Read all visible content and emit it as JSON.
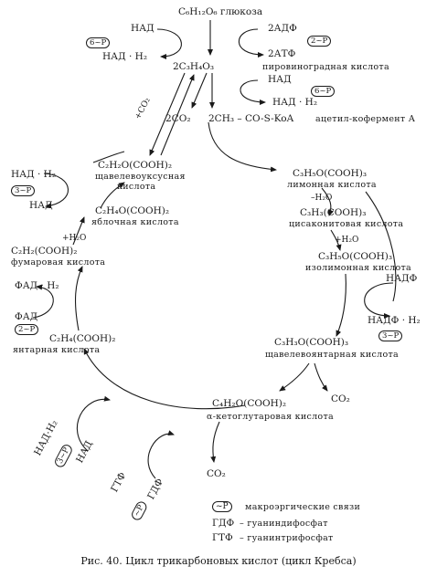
{
  "top": {
    "glucose": "C₆H₁₂O₆ глюкоза",
    "nad_in": "НАД",
    "energy_1": "6~P",
    "nadh_out": "НАД · Н₂",
    "adp": "2АДФ",
    "energy_2": "2~P",
    "atp": "2АТФ",
    "pyruvate_formula": "2C₃H₄O₃",
    "pyruvate_name": "пировиноградная кислота",
    "nad_in_2": "НАД",
    "energy_3": "6~P",
    "nadh_out_2": "НАД · Н₂",
    "co2_a": "+CO₂",
    "co2_b": "2CO₂",
    "acetyl_formula": "2CH₃ – CO-S-KoA",
    "acetyl_name": "ацетил-кофермент А"
  },
  "cycle": {
    "oxaloacetate_formula": "C₂H₂O(COOH)₂",
    "oxaloacetate_name_1": "щавелевоуксусная",
    "oxaloacetate_name_2": "кислота",
    "citrate_formula": "C₃H₅O(COOH)₃",
    "citrate_name": "лимонная кислота",
    "minus_water": "–H₂O",
    "cis_aconitate_formula": "C₃H₃(COOH)₃",
    "cis_aconitate_name": "цисаконитовая кислота",
    "plus_water_1": "+H₂O",
    "isocitrate_formula": "C₃H₅O(COOH)₃",
    "isocitrate_name": "изолимонная кислота",
    "nadf_in": "НАДФ",
    "nadfh_out": "НАДФ · Н₂",
    "energy_4": "3~P",
    "oxalosuccinate_formula": "C₃H₃O(COOH)₃",
    "oxalosuccinate_name": "щавелевоянтарная кислота",
    "co2_c": "CO₂",
    "ketoglutarate_formula": "C₄H₂O(COOH)₂",
    "ketoglutarate_name": "α-кетоглутаровая кислота",
    "co2_d": "CO₂",
    "nadh_3": "НАД·Н₂",
    "energy_5": "3~P",
    "nad_3": "НАД",
    "gtf": "ГТФ",
    "energy_6": "~P",
    "gdf": "ГДФ",
    "succinate_formula": "C₂H₄(COOH)₂",
    "succinate_name": "янтарная кислота",
    "fadh": "ФАД · Н₂",
    "fad": "ФАД",
    "energy_7": "2~P",
    "fumarate_formula": "C₂H₂(COOH)₂",
    "fumarate_name": "фумаровая кислота",
    "plus_water_2": "+H₂O",
    "malate_formula": "C₂H₄O(COOH)₂",
    "malate_name": "яблочная кислота",
    "nadh_4": "НАД · Н₂",
    "energy_8": "3~P",
    "nad_4": "НАД"
  },
  "legend": {
    "symbol": "~P",
    "symbol_text": "макроэргические связи",
    "gdf_abbr": "ГДФ",
    "gdf_text": "– гуаниндифосфат",
    "gtf_abbr": "ГТФ",
    "gtf_text": "– гуанинтрифосфат"
  },
  "caption": "Рис. 40. Цикл трикарбоновых кислот (цикл Кребса)"
}
